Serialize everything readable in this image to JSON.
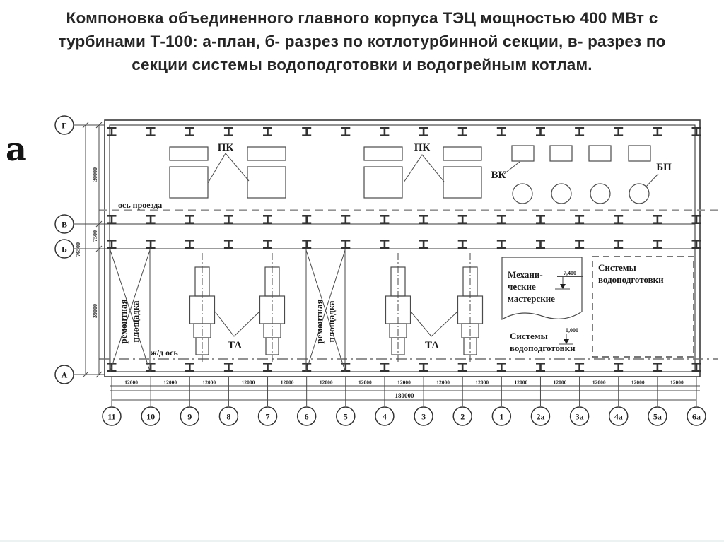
{
  "slide": {
    "title_lines": [
      "Компоновка объединенного главного корпуса ТЭЦ мощностью 400 МВт с",
      "турбинами Т-100: а-план, б- разрез по котлотурбинной секции, в- разрез по",
      "секции системы водоподготовки и водогрейным котлам."
    ],
    "figure_label": "а"
  },
  "plan": {
    "row_markers": [
      "Г",
      "В",
      "Б",
      "А"
    ],
    "column_markers": [
      "11",
      "10",
      "9",
      "8",
      "7",
      "6",
      "5",
      "4",
      "3",
      "2",
      "1",
      "2а",
      "3а",
      "4а",
      "5а",
      "6а"
    ],
    "left_dims": {
      "total": "76500",
      "span_g_v": "30000",
      "span_v_b": "7500",
      "span_b_a": "39000"
    },
    "bottom_dims": {
      "bay": "12000",
      "total": "180000"
    },
    "axis_labels": {
      "road": "ось проезда",
      "rail": "ж/д ось"
    },
    "equipment": {
      "steam_boiler": "ПК",
      "water_boiler": "ВК",
      "peak_boiler": "БП",
      "turbine": "ТА"
    },
    "areas": {
      "repair_line1": "ремонтная",
      "repair_line2": "площадка",
      "workshop_line1": "Механи-",
      "workshop_line2": "ческие",
      "workshop_line3": "мастерские",
      "water_line1": "Системы",
      "water_line2": "водоподготовки"
    },
    "elevations": {
      "workshop": "7,400",
      "ground": "0,000"
    },
    "colors": {
      "ink": "#3a3a3a",
      "dash_gray": "#949494"
    }
  }
}
